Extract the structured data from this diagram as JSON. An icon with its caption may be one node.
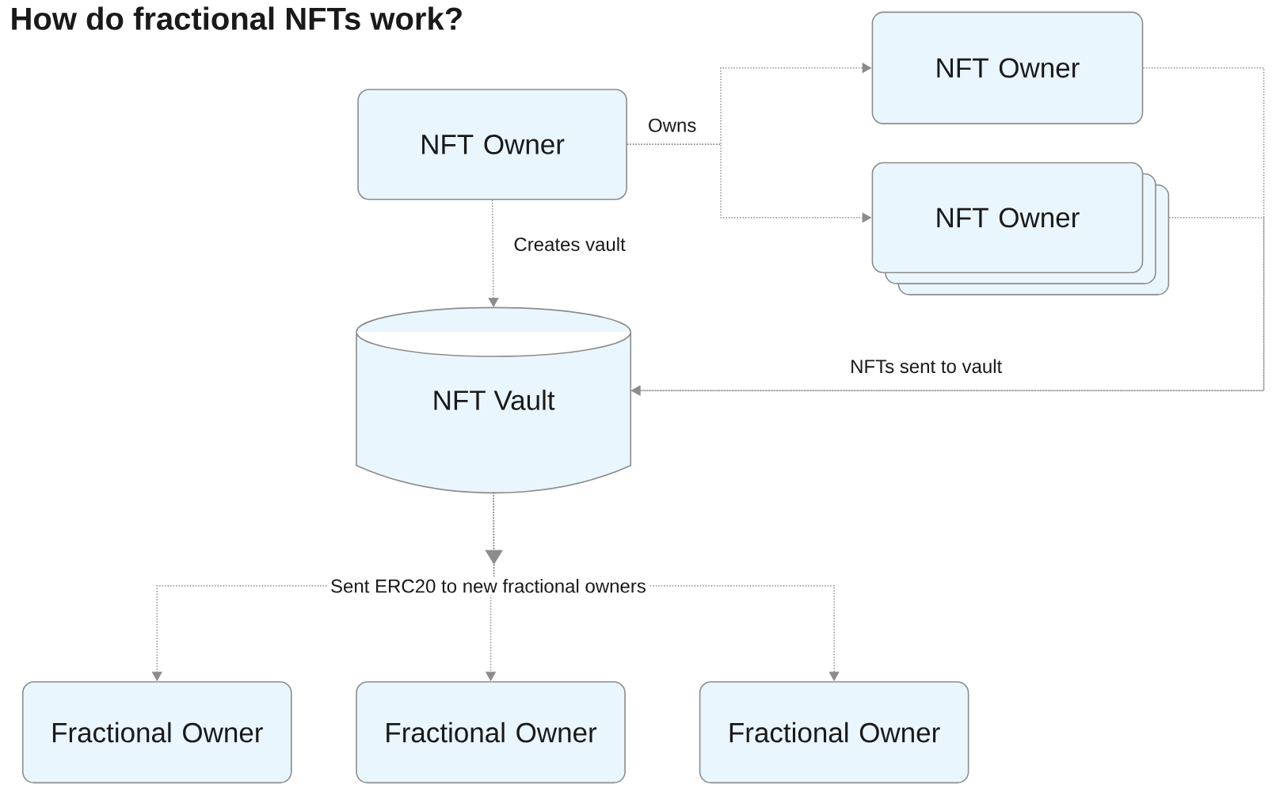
{
  "diagram": {
    "title": "How do fractional NFTs work?",
    "nodes": [
      {
        "text": [
          "NFT Owner"
        ]
      },
      {
        "text": [
          "NFT Owner"
        ]
      },
      {
        "text": [
          "NFT Owner"
        ]
      },
      {
        "text": [
          "NFT Vault"
        ]
      },
      {
        "text": [
          "Fractional Owner"
        ]
      },
      {
        "text": [
          "Fractional Owner"
        ]
      },
      {
        "text": [
          "Fractional Owner"
        ]
      }
    ],
    "edges": [
      {
        "from": 0,
        "to": 1,
        "arrow": "to",
        "label": "Owns"
      },
      {
        "from": 0,
        "to": 2,
        "arrow": "to"
      },
      {
        "from": 0,
        "to": 3,
        "arrow": "to",
        "label": "Creates vault"
      },
      {
        "from": 1,
        "to": 3,
        "arrow": "to",
        "label": "NFTs sent to vault"
      },
      {
        "from": 2,
        "to": 3,
        "arrow": "to"
      },
      {
        "from": 3,
        "to": 4,
        "arrow": "to",
        "label": "Sent ERC20 to new fractional owners"
      },
      {
        "from": 3,
        "to": 5,
        "arrow": "to"
      },
      {
        "from": 3,
        "to": 6,
        "arrow": "to"
      }
    ]
  }
}
